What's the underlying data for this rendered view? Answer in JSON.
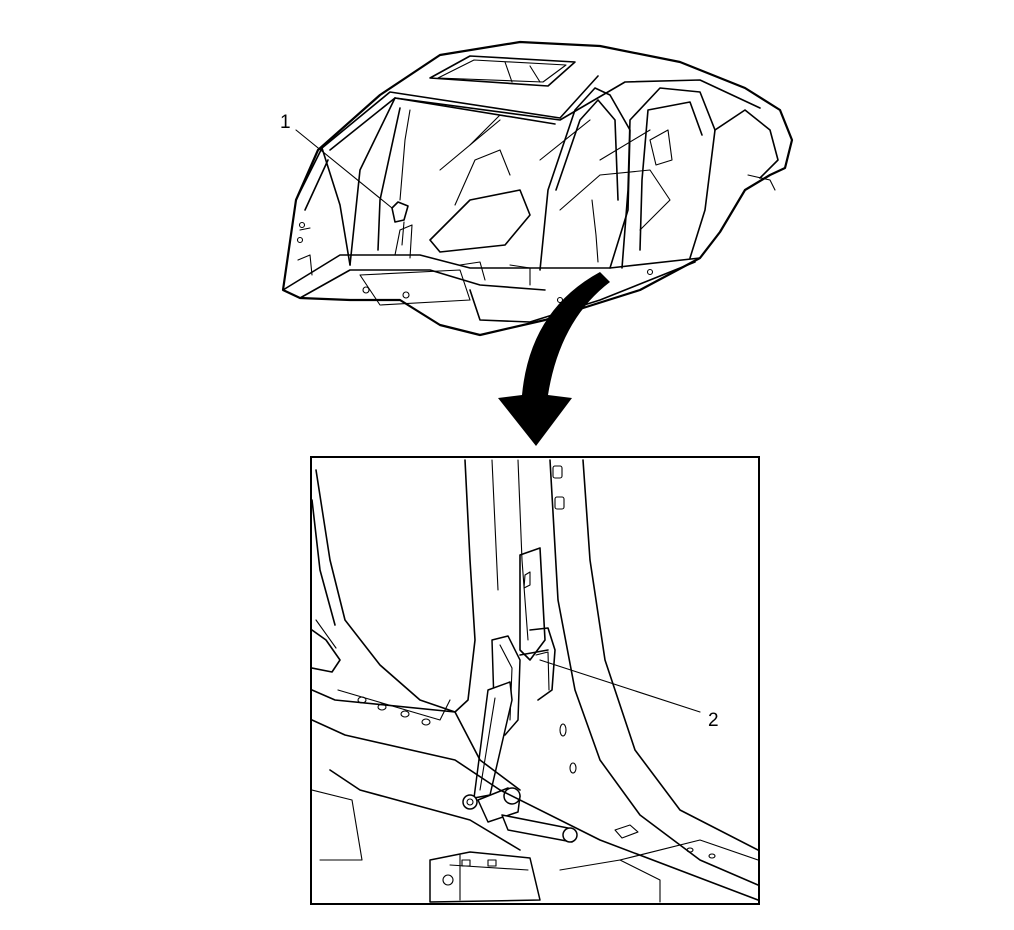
{
  "callouts": [
    {
      "id": "callout-1",
      "text": "1"
    },
    {
      "id": "callout-2",
      "text": "2"
    }
  ],
  "colors": {
    "line": "#000000",
    "background": "#ffffff"
  }
}
